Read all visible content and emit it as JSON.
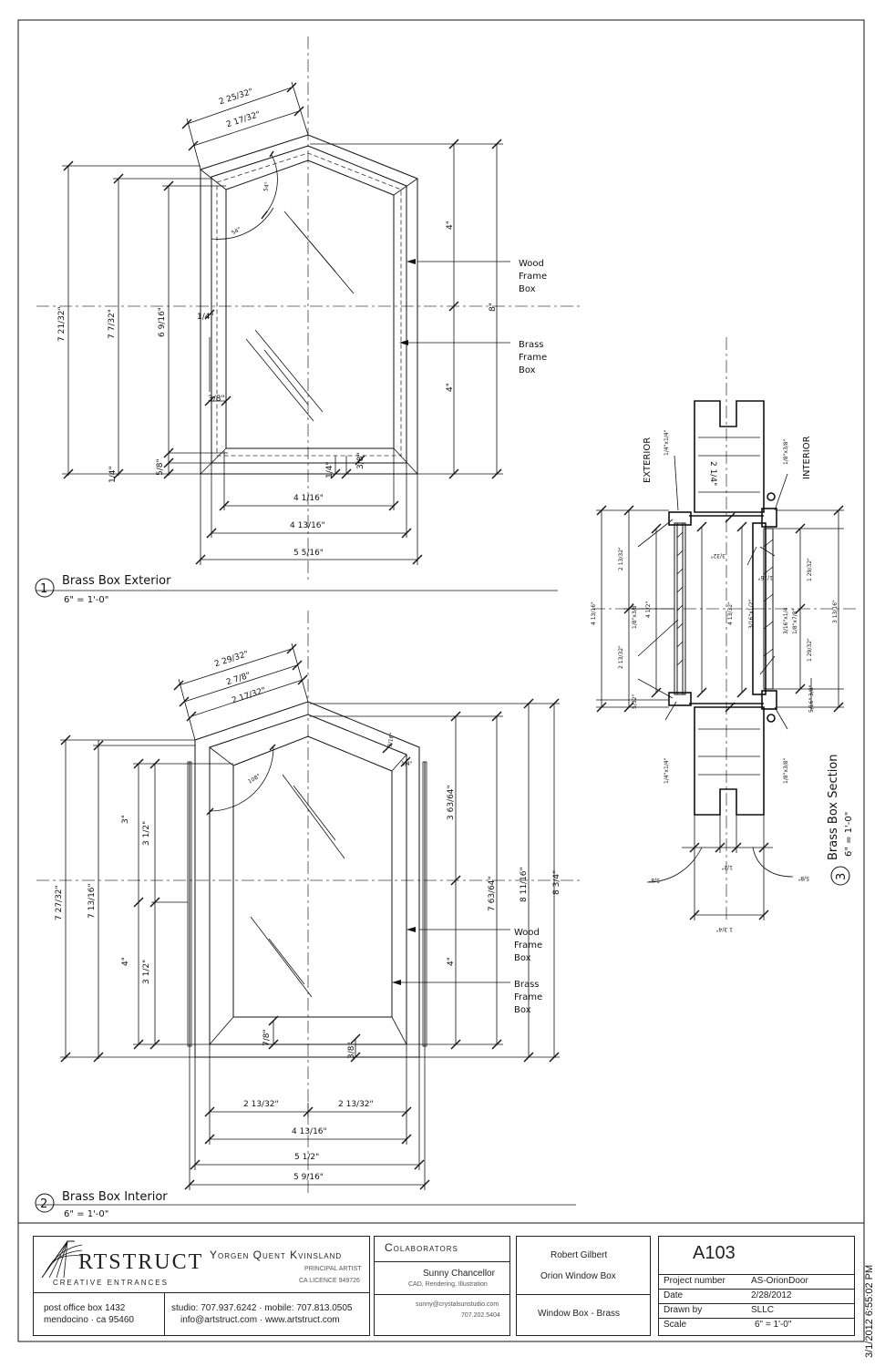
{
  "sheet_timestamp": "3/1/2012 6:55:02 PM",
  "views": [
    {
      "number": "1",
      "title": "Brass Box Exterior",
      "scale": "6\" = 1'-0\"",
      "dims": {
        "top1": "2 25/32\"",
        "top2": "2 17/32\"",
        "ang1": "54°",
        "ang2": "54°",
        "left_total": "7 21/32\"",
        "left_mid": "7 7/32\"",
        "left_inner": "6 9/16\"",
        "left_quarter": "1/4\"",
        "left_3_8": "3/8\"",
        "bot_1_4": "1/4\"",
        "bot_5_8": "5/8\"",
        "bot_1_4b": "1/4\"",
        "bot_3_8": "3/8\"",
        "right_4a": "4\"",
        "right_4b": "4\"",
        "right_8": "8\"",
        "w1": "4 1/16\"",
        "w2": "4 13/16\"",
        "w3": "5 5/16\""
      },
      "labels": {
        "wood": [
          "Wood",
          "Frame",
          "Box"
        ],
        "brass": [
          "Brass",
          "Frame",
          "Box"
        ]
      }
    },
    {
      "number": "2",
      "title": "Brass Box Interior",
      "scale": "6\" = 1'-0\"",
      "dims": {
        "top1": "2 29/32\"",
        "top2": "2 7/8\"",
        "top3": "2 17/32\"",
        "ang1": "108°",
        "ang2": "3/16\"",
        "ang3": "1/4\"",
        "left_total": "7 27/32\"",
        "left_mid": "7 13/16\"",
        "left_3": "3\"",
        "left_4": "4\"",
        "left_3_5a": "3 1/2\"",
        "left_3_5b": "3 1/2\"",
        "bot_7_8": "7/8\"",
        "bot_3_8": "3/8\"",
        "right_a": "3 63/64\"",
        "right_4": "4\"",
        "right_b": "7 63/64\"",
        "right_c": "8 11/16\"",
        "right_d": "8 3/4\"",
        "wa": "2 13/32\"",
        "wb": "2 13/32\"",
        "w1": "4 13/16\"",
        "w2": "5 1/2\"",
        "w3": "5 9/16\""
      },
      "labels": {
        "wood": [
          "Wood",
          "Frame",
          "Box"
        ],
        "brass": [
          "Brass",
          "Frame",
          "Box"
        ]
      }
    },
    {
      "number": "3",
      "title": "Brass Box Section",
      "scale": "6\" = 1'-0\"",
      "dims": {
        "exterior": "EXTERIOR",
        "interior": "INTERIOR",
        "top_left": "1/4\"x1/4\"",
        "top_right": "1/8\"x3/8\"",
        "wall": "2 1/4\"",
        "l1": "4 13/16\"",
        "l2": "2 13/32\"",
        "l3": "2 13/32\"",
        "l4": "1/8\"x3/8\"",
        "l5": "4 1/2\"",
        "l6": "5/32\"",
        "c1": "4 13/32\"",
        "c2": "3/16\"x1/2\"",
        "c3": "3/32\"",
        "c4": "1/16\"",
        "r1": "3/16\"x1/4",
        "r2": "1/8\"x7/8\"",
        "r3": "1 29/32\"",
        "r4": "1 29/32\"",
        "r5": "3 13/16\"",
        "r6": "5/16\"",
        "r7": "3/8\"",
        "bot_left": "1/4\"x1/4\"",
        "bot_right": "1/8\"x3/8\"",
        "b1": "5/8\"",
        "b2": "1/2\"",
        "b3": "5/8\"",
        "b4": "1 3/4\""
      }
    }
  ],
  "title_block": {
    "logo_main": "RTSTRUCT",
    "logo_sub": "CREATIVE ENTRANCES",
    "principal_name": "Yorgen Quent Kvinsland",
    "principal_title": "PRINCIPAL ARTIST",
    "license": "CA LICENCE 949726",
    "address_1": "post office box 1432",
    "address_2": "mendocino ·   ca 95460",
    "phones": "studio: 707.937.6242  · mobile: 707.813.0505",
    "contact": "info@artstruct.com  ·  www.artstruct.com",
    "colab_header": "Colaborators",
    "colab_name": "Sunny Chancellor",
    "colab_role": "CAD, Rendering, Illustration",
    "colab_email": "sunny@crystalsunstudio.com",
    "colab_phone": "707.202.5404",
    "client": "Robert Gilbert",
    "project_name": "Orion Window Box",
    "drawing_name": "Window Box - Brass",
    "sheet_number": "A103",
    "fields": [
      {
        "label": "Project number",
        "value": "AS-OrionDoor"
      },
      {
        "label": "Date",
        "value": "2/28/2012"
      },
      {
        "label": "Drawn by",
        "value": "SLLC"
      },
      {
        "label": "Scale",
        "value": "6\" = 1'-0\""
      }
    ]
  }
}
